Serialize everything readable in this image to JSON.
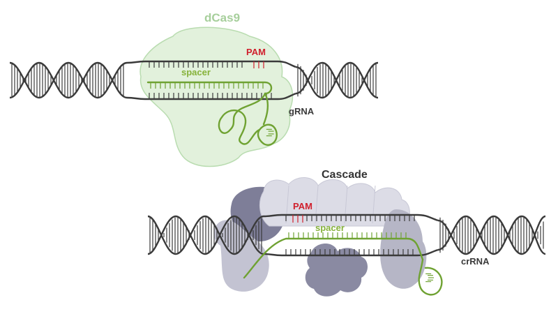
{
  "labels": {
    "dcas9": "dCas9",
    "cascade": "Cascade",
    "pam_top": "PAM",
    "pam_bottom": "PAM",
    "spacer_top": "spacer",
    "spacer_bottom": "spacer",
    "grna": "gRNA",
    "crrna": "crRNA"
  },
  "colors": {
    "dcas9_fill": "#e2f1dc",
    "dcas9_stroke": "#b9dcb0",
    "dna": "#3a3a3a",
    "rna": "#6fa232",
    "pam": "#d01f2c",
    "spacer_text": "#86b23a",
    "cascade_light": "#dcdce6",
    "cascade_mid": "#b6b6c6",
    "cascade_dark": "#7e7e98"
  }
}
